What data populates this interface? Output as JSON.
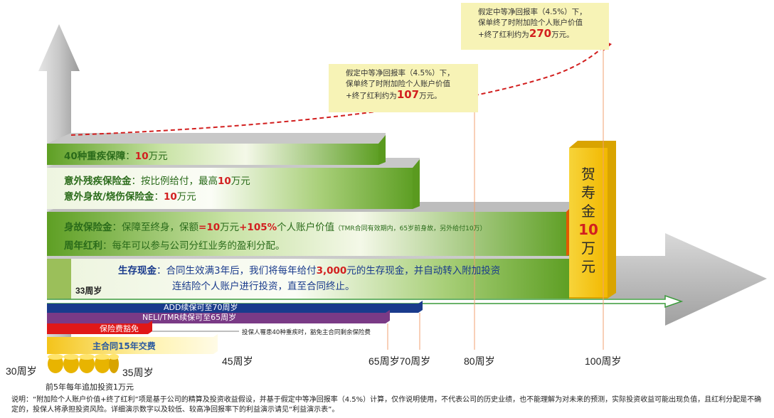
{
  "callout_270": {
    "line1": "假定中等净回报率（4.5%）下，",
    "line2": "保单终了时附加险个人账户价值",
    "line3_prefix": "+终了红利约为",
    "amount": "270",
    "unit": "万元。"
  },
  "callout_107": {
    "line1": "假定中等净回报率（4.5%）下，",
    "line2": "保单终了时附加险个人账户价值",
    "line3_prefix": "+终了红利约为",
    "amount": "107",
    "unit": "万元。"
  },
  "critical_illness": {
    "label": "40种重疾保障",
    "sep": "：",
    "amount": "10",
    "unit": "万元"
  },
  "accident": {
    "disability_label": "意外残疾保险金",
    "disability_text": "：按比例给付，最高",
    "disability_amount": "10",
    "disability_unit": "万元",
    "death_label": "意外身故/烧伤保险金",
    "death_sep": "：",
    "death_amount": "10",
    "death_unit": "万元"
  },
  "death_benefit": {
    "label": "身故保险金",
    "text1": "：保障至终身，保额",
    "eq": "=",
    "amount": "10",
    "text2": "万元",
    "plus": "+105%",
    "text3": "个人账户价值",
    "note": "（TMR合同有效期内，65岁前身故，另外给付10万）",
    "dividend_label": "周年红利",
    "dividend_text": "：每年可以参与公司分红业务的盈利分配。"
  },
  "survival": {
    "label": "生存现金",
    "text1": "：合同生效满3年后，我们将每年给付",
    "amount": "3,000",
    "text2": "元的生存现金，并自动转入附加投资",
    "line2": "连结险个人账户进行投资，直至合同终止。"
  },
  "longevity": {
    "chars": [
      "贺",
      "寿",
      "金"
    ],
    "amount": "10",
    "unit": "万",
    "unit2": "元"
  },
  "bars": {
    "add": "ADD续保可至70周岁",
    "neli": "NELI/TMR续保可至65周岁",
    "waiver": "保险费豁免",
    "waiver_note": "投保人罹患40种重疾时，豁免主合同剩余保险费",
    "premium": "主合同15年交费"
  },
  "ages": {
    "a30": "30周岁",
    "a33": "33周岁",
    "a35": "35周岁",
    "a45": "45周岁",
    "a65_70": "65周岁70周岁",
    "a80": "80周岁",
    "a100": "100周岁"
  },
  "coins_caption": "前5年每年追加投资1万元",
  "disclaimer": "说明：“附加险个人账户价值+终了红利”项是基于公司的精算及投资收益假设，并基于假定中等净回报率（4.5%）计算，仅作说明使用，不代表公司的历史业绩，也不能理解为对未来的预测，实际投资收益可能出现负值，且红利分配是不确定的，投保人将承担投资风险。详细演示数字以及较低、较高净回报率下的利益演示请见“利益演示表”。",
  "colors": {
    "green": "#6aa629",
    "accent_red": "#d21f1f",
    "callout_bg": "#f7f3b6",
    "gold": "#f2c400"
  }
}
